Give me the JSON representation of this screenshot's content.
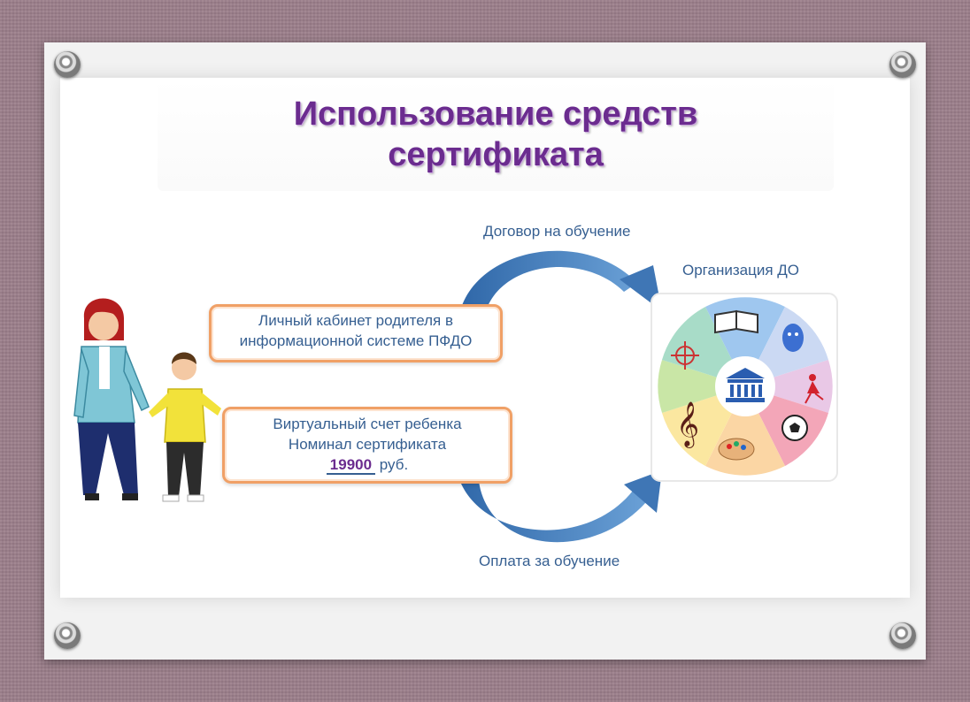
{
  "title": {
    "line1": "Использование средств",
    "line2": "сертификата"
  },
  "arrows": {
    "top_label": "Договор на обучение",
    "bottom_label": "Оплата за обучение"
  },
  "organization": {
    "label": "Организация  ДО"
  },
  "box_cabinet": {
    "line1": "Личный кабинет родителя в",
    "line2": "информационной системе ПФДО"
  },
  "box_account": {
    "line1": "Виртуальный счет ребенка",
    "line2": "Номинал сертификата",
    "amount": "19900",
    "currency": "руб."
  },
  "figures": {
    "adult_shirt_text": "",
    "child_shirt_text": "",
    "icons": [
      "book-icon",
      "theater-mask-icon",
      "dancer-icon",
      "soccer-ball-icon",
      "palette-icon",
      "treble-clef-icon",
      "compass-target-icon",
      "museum-icon"
    ]
  },
  "colors": {
    "title": "#6b2c8f",
    "text": "#365f91",
    "box_border": "#f0a066",
    "arrow": "#3f76b5"
  }
}
